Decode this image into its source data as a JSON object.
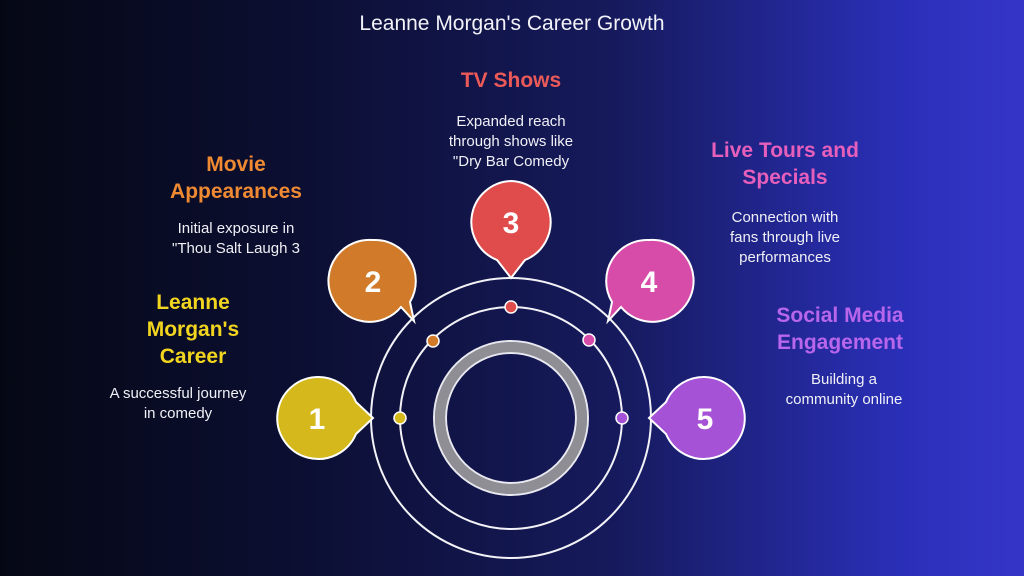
{
  "title": "Leanne Morgan's Career Growth",
  "stages": [
    {
      "number": "1",
      "title_lines": [
        "Leanne",
        "Morgan's",
        "Career"
      ],
      "desc_lines": [
        "A successful journey",
        "in comedy"
      ],
      "color": "#d4b81c",
      "title_color": "#f2d51e"
    },
    {
      "number": "2",
      "title_lines": [
        "Movie",
        "Appearances"
      ],
      "desc_lines": [
        "Initial exposure in",
        "\"Thou Salt Laugh 3"
      ],
      "color": "#d07a2a",
      "title_color": "#ef8a33"
    },
    {
      "number": "3",
      "title_lines": [
        "TV Shows"
      ],
      "desc_lines": [
        "Expanded reach",
        "through shows like",
        "\"Dry Bar Comedy"
      ],
      "color": "#e04b4b",
      "title_color": "#ec5a58"
    },
    {
      "number": "4",
      "title_lines": [
        "Live Tours and",
        "Specials"
      ],
      "desc_lines": [
        "Connection with",
        "fans through live",
        "performances"
      ],
      "color": "#d64ca8",
      "title_color": "#e65fbb"
    },
    {
      "number": "5",
      "title_lines": [
        "Social Media",
        "Engagement"
      ],
      "desc_lines": [
        "Building a",
        "community online"
      ],
      "color": "#a552d6",
      "title_color": "#b866ec"
    }
  ]
}
